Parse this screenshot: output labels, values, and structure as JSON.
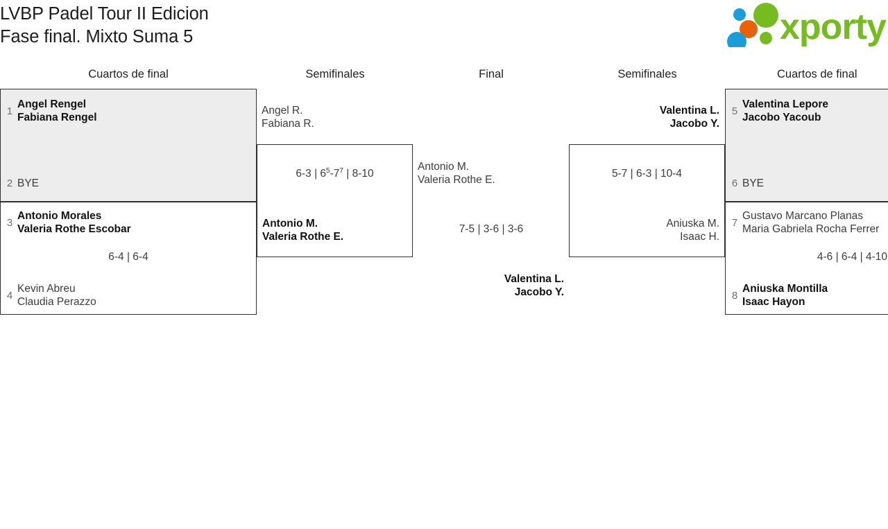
{
  "header": {
    "title_line1": "LVBP Padel Tour II Edicion",
    "title_line2": "Fase final. Mixto Suma 5",
    "logo_text": "xporty",
    "logo_colors": {
      "green": "#76bc21",
      "blue": "#1b9dd9",
      "orange": "#e8620c"
    }
  },
  "rounds": [
    {
      "label": "Cuartos de final"
    },
    {
      "label": "Semifinales"
    },
    {
      "label": "Final"
    },
    {
      "label": "Semifinales"
    },
    {
      "label": "Cuartos de final"
    }
  ],
  "bracket": {
    "left_quarterfinals": [
      {
        "top": {
          "seed": "1",
          "p1": "Angel Rengel",
          "p2": "Fabiana Rengel",
          "winner": true
        },
        "bottom": {
          "seed": "2",
          "p1": "BYE",
          "p2": "",
          "winner": false
        },
        "score": ""
      },
      {
        "top": {
          "seed": "3",
          "p1": "Antonio Morales",
          "p2": "Valeria Rothe Escobar",
          "winner": true
        },
        "bottom": {
          "seed": "4",
          "p1": "Kevin Abreu",
          "p2": "Claudia Perazzo",
          "winner": false
        },
        "score": "6-4 | 6-4"
      }
    ],
    "left_semifinal": {
      "top": {
        "p1": "Angel R.",
        "p2": "Fabiana R.",
        "winner": false
      },
      "bottom": {
        "p1": "Antonio M.",
        "p2": "Valeria Rothe E.",
        "winner": true
      },
      "score_part1": "6-3 | 6",
      "score_sup1": "5",
      "score_part2": "-7",
      "score_sup2": "7",
      "score_part3": " | 8-10"
    },
    "final": {
      "top": {
        "p1": "Antonio M.",
        "p2": "Valeria Rothe E.",
        "winner": false
      },
      "bottom": {
        "p1": "Valentina L.",
        "p2": "Jacobo Y.",
        "winner": true
      },
      "score": "7-5 | 3-6 | 3-6"
    },
    "right_semifinal": {
      "top": {
        "p1": "Valentina L.",
        "p2": "Jacobo Y.",
        "winner": true
      },
      "bottom": {
        "p1": "Aniuska M.",
        "p2": "Isaac H.",
        "winner": false
      },
      "score": "5-7 | 6-3 | 10-4"
    },
    "right_quarterfinals": [
      {
        "top": {
          "seed": "5",
          "p1": "Valentina Lepore",
          "p2": "Jacobo Yacoub",
          "winner": true
        },
        "bottom": {
          "seed": "6",
          "p1": "BYE",
          "p2": "",
          "winner": false
        },
        "score": ""
      },
      {
        "top": {
          "seed": "7",
          "p1": "Gustavo Marcano Planas",
          "p2": "Maria Gabriela Rocha Ferrer",
          "winner": false
        },
        "bottom": {
          "seed": "8",
          "p1": "Aniuska Montilla",
          "p2": "Isaac Hayon",
          "winner": true
        },
        "score": "4-6 | 6-4 | 4-10"
      }
    ]
  }
}
